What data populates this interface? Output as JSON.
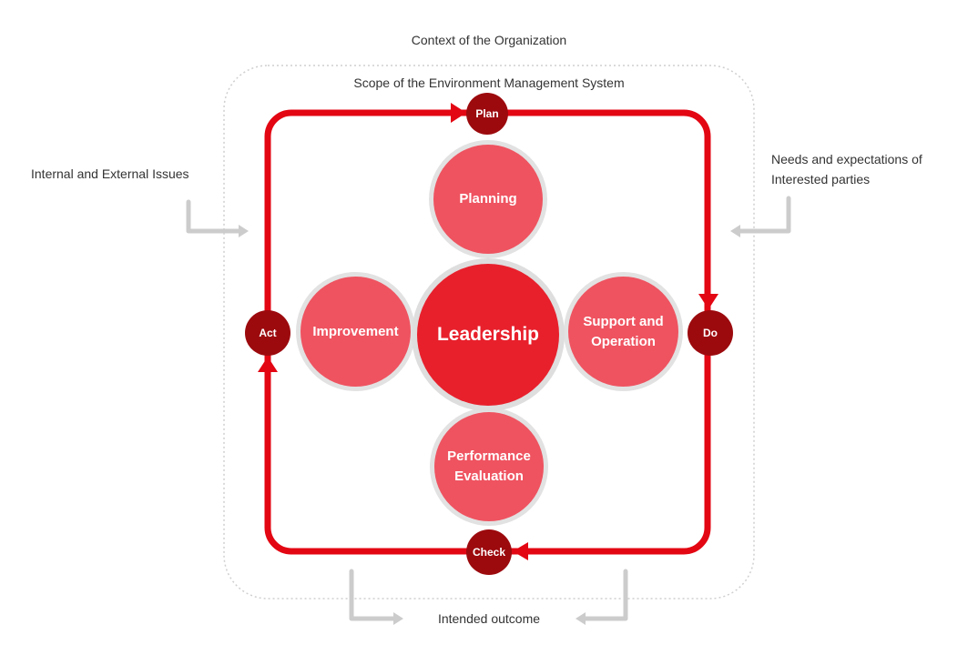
{
  "context_title": "Context of the Organization",
  "scope_title": "Scope of the Environment Management System",
  "inputs": {
    "left": "Internal and External Issues",
    "right_line1": "Needs and expectations of",
    "right_line2": "Interested parties"
  },
  "outcome": "Intended outcome",
  "pdca": {
    "plan": "Plan",
    "do": "Do",
    "check": "Check",
    "act": "Act"
  },
  "elements": {
    "center": "Leadership",
    "top": "Planning",
    "left": "Improvement",
    "right_line1": "Support and",
    "right_line2": "Operation",
    "bottom_line1": "Performance",
    "bottom_line2": "Evaluation"
  },
  "colors": {
    "cycle_line": "#e30613",
    "pdca_node": "#9c0a0e",
    "element_circle": "#ef5360",
    "leadership_circle": "#e8202c",
    "input_arrow": "#cccccc",
    "context_border": "#cfcfcf"
  }
}
